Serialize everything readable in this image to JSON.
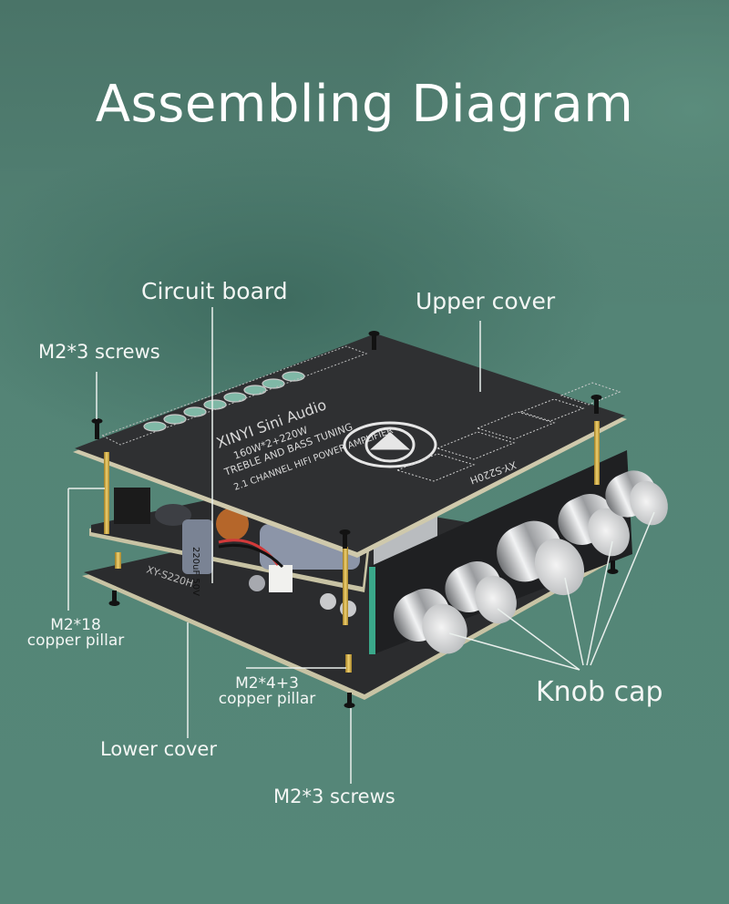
{
  "title": "Assembling Diagram",
  "labels": {
    "circuit_board": "Circuit board",
    "upper_cover": "Upper cover",
    "m2x3_screws_top": "M2*3 screws",
    "m2x18_line1": "M2*18",
    "m2x18_line2": "copper pillar",
    "m2x4_3_line1": "M2*4+3",
    "m2x4_3_line2": "copper pillar",
    "lower_cover": "Lower cover",
    "m2x3_screws_bottom": "M2*3 screws",
    "knob_cap": "Knob cap"
  },
  "board_text": {
    "brand": "XINYI Sini Audio",
    "power": "160W*2+220W",
    "tuning": "TREBLE AND BASS TUNING",
    "channel": "2.1 CHANNEL HIFI POWER AMPLIFIER",
    "model": "XY-S220H",
    "cap_marking": "220uF 50V"
  },
  "colors": {
    "background": "#558778",
    "board": "#2e2f31",
    "board_edge": "#c9c4a6",
    "pillar": "#d7b24a",
    "knob": "#d9dadc",
    "label_text": "#f3f6f4"
  },
  "knob_count": 5
}
